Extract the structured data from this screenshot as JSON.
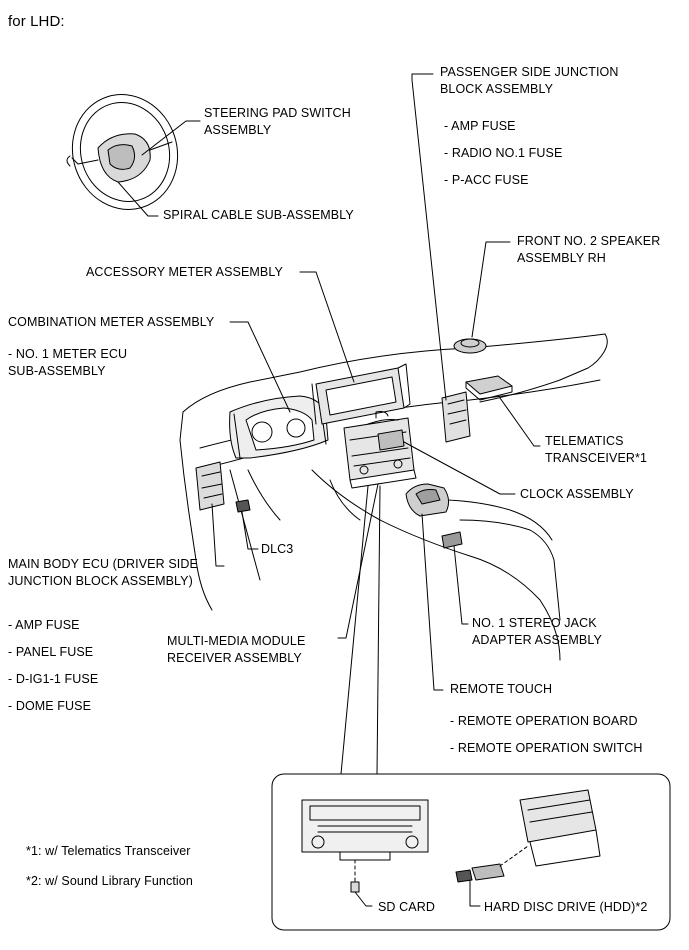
{
  "header": {
    "title": "for LHD:"
  },
  "labels": {
    "steering_pad": [
      "STEERING PAD SWITCH",
      "ASSEMBLY"
    ],
    "spiral_cable": "SPIRAL  CABLE SUB-ASSEMBLY",
    "passenger_jb": [
      "PASSENGER SIDE JUNCTION",
      "BLOCK ASSEMBLY"
    ],
    "passenger_fuses": [
      "- AMP FUSE",
      "- RADIO NO.1 FUSE",
      "- P-ACC FUSE"
    ],
    "front_speaker": [
      "FRONT NO. 2 SPEAKER",
      "ASSEMBLY RH"
    ],
    "accessory_meter": "ACCESSORY METER ASSEMBLY",
    "combination_meter": "COMBINATION METER ASSEMBLY",
    "meter_ecu": [
      "- NO. 1 METER ECU",
      "SUB-ASSEMBLY"
    ],
    "telematics": [
      "TELEMATICS",
      "TRANSCEIVER*1"
    ],
    "clock": "CLOCK ASSEMBLY",
    "dlc3": "DLC3",
    "main_body_ecu": [
      "MAIN BODY ECU (DRIVER SIDE",
      "JUNCTION BLOCK ASSEMBLY)"
    ],
    "driver_fuses": [
      "- AMP FUSE",
      "- PANEL FUSE",
      "- D-IG1-1 FUSE",
      "- DOME FUSE"
    ],
    "stereo_jack": [
      "NO. 1 STEREO JACK",
      "ADAPTER ASSEMBLY"
    ],
    "multimedia": [
      "MULTI-MEDIA MODULE",
      "RECEIVER ASSEMBLY"
    ],
    "remote_touch": "REMOTE TOUCH",
    "remote_items": [
      "- REMOTE OPERATION BOARD",
      "- REMOTE OPERATION SWITCH"
    ],
    "footnotes": [
      "*1: w/ Telematics Transceiver",
      "*2: w/ Sound Library Function"
    ],
    "sd_card": "SD CARD",
    "hdd": "HARD DISC DRIVE (HDD)*2"
  }
}
